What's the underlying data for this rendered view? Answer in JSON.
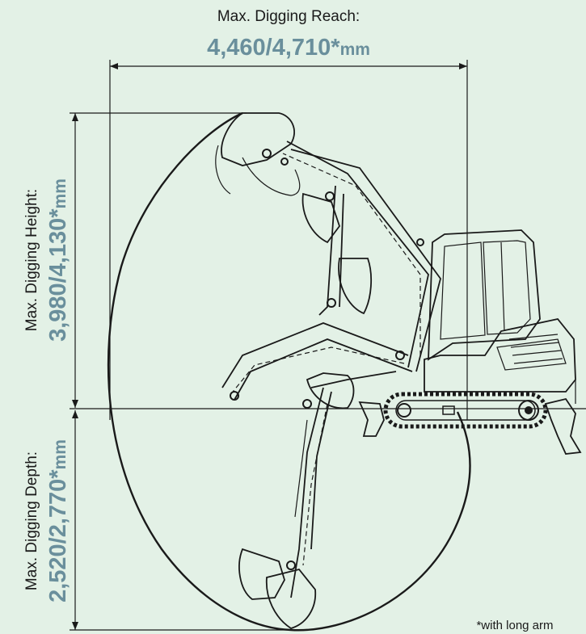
{
  "reach": {
    "label": "Max. Digging Reach:",
    "value": "4,460/4,710",
    "asterisk": "*",
    "unit": "mm"
  },
  "height": {
    "label": "Max. Digging Height:",
    "value": "3,980/4,130",
    "asterisk": "*",
    "unit": "mm"
  },
  "depth": {
    "label": "Max. Digging Depth:",
    "value": "2,520/2,770",
    "asterisk": "*",
    "unit": "mm"
  },
  "footnote": "*with long arm",
  "colors": {
    "background": "#e3f1e6",
    "accent": "#6a8f9c",
    "line": "#1a1a1a"
  }
}
